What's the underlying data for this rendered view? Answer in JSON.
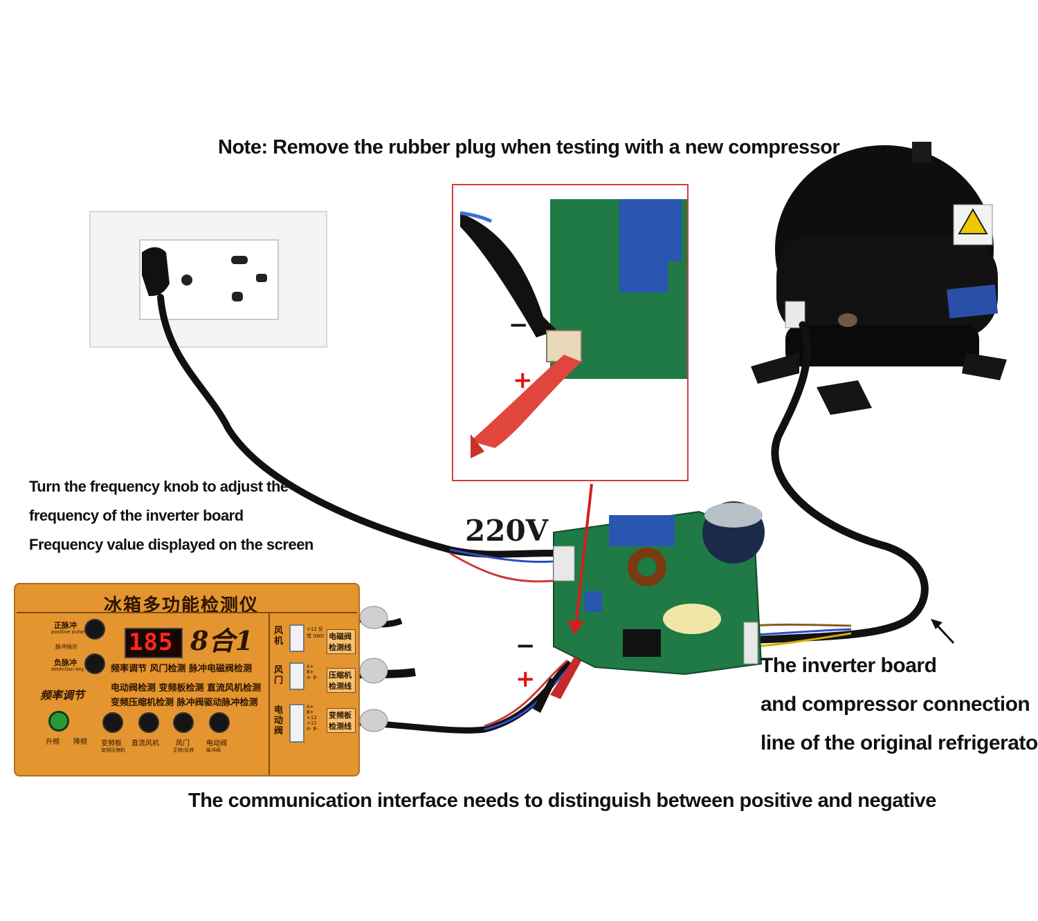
{
  "captions": {
    "note": "Note: Remove the rubber plug when testing with a new compressor",
    "frequency_lines": [
      "Turn the frequency knob to adjust the",
      "frequency of the inverter board",
      "Frequency value displayed on the screen"
    ],
    "connection_lines": [
      "The inverter board",
      "and compressor connection",
      "line of the original refrigerator"
    ],
    "communication": "The communication interface needs to distinguish between positive and negative",
    "voltage": "220V",
    "minus": "−",
    "plus": "+"
  },
  "tester": {
    "title": "冰箱多功能检测仪",
    "display_value": "185",
    "badge": "8合1",
    "left_labels": {
      "positive_pulse": "正脉冲",
      "positive_pulse_en": "positive pulse",
      "pulse_indicator": "脉冲指示",
      "negative_pulse": "负脉冲",
      "detection_key": "detection key",
      "freq_knob": "频率调节",
      "up": "升频",
      "down": "降频"
    },
    "function_rows": [
      "频率调节  风门检测  脉冲电磁阀检测",
      "电动阀检测  变频板检测  直流风机检测",
      "变频压缩机检测  脉冲阀驱动脉冲检测"
    ],
    "bottom_buttons": [
      {
        "label": "变频板",
        "sub": "变频压缩机"
      },
      {
        "label": "直流风机",
        "sub": ""
      },
      {
        "label": "风门",
        "sub": "正转/反转"
      },
      {
        "label": "电动阀",
        "sub": "脉冲阀"
      }
    ],
    "right_sections": [
      {
        "name": "风机",
        "pins": "+12 反馈 GND",
        "tag": "电磁阀检测线"
      },
      {
        "name": "风门",
        "pins": "A+ B+ A- B-",
        "tag": "压缩机检测线"
      },
      {
        "name": "电动阀",
        "pins": "A+ B+ +12 +12 A- B-",
        "tag": "变频板检测线"
      }
    ]
  },
  "colors": {
    "annotation_arrow": "#d21f1f",
    "tester_body": "#e5952f",
    "display_digits": "#ff2a1a",
    "pcb_green": "#1e6b3c",
    "inset_border": "#d23c3c"
  }
}
